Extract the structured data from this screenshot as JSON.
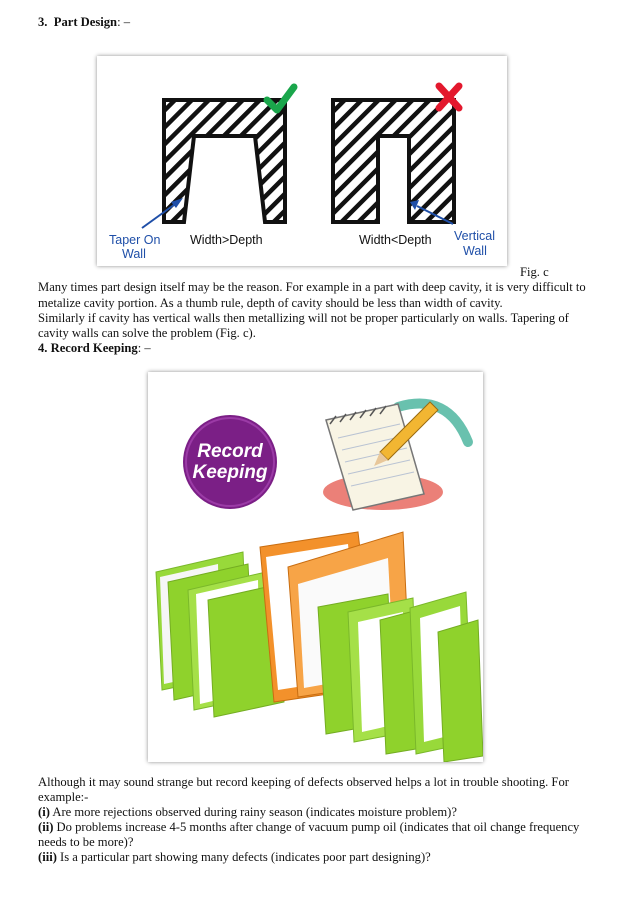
{
  "section3": {
    "number": "3.",
    "title": "Part Design",
    "suffix": ": –"
  },
  "figure_c": {
    "left_label_1": "Taper On",
    "left_label_2": "Wall",
    "left_caption": "Width>Depth",
    "right_caption": "Width<Depth",
    "right_label_1": "Vertical",
    "right_label_2": "Wall",
    "caption": "Fig. c",
    "colors": {
      "label_blue": "#1f4fa8",
      "check_green": "#1aa64b",
      "cross_red": "#e3182d"
    },
    "icons": [
      "check-icon",
      "cross-icon"
    ]
  },
  "para1": {
    "lines": [
      "Many times part design itself may be the reason. For example in a part with deep cavity, it is very difficult to",
      "metalize cavity portion. As a thumb rule, depth of cavity should be less than width of cavity.",
      "Similarly if cavity has vertical walls then metallizing will not be proper particularly on walls. Tapering of",
      "cavity walls can solve the problem (Fig. c)."
    ]
  },
  "section4": {
    "number": "4.",
    "title": "Record Keeping",
    "suffix": ": –"
  },
  "figure_rk": {
    "badge_line1": "Record",
    "badge_line2": "Keeping",
    "colors": {
      "badge_purple": "#7b1f86",
      "folder_green": "#8fd22c",
      "folder_orange": "#f3912b"
    }
  },
  "para2": {
    "lines": [
      "Although it may sound strange but record keeping of defects observed helps a lot in trouble shooting. For",
      "example:-"
    ],
    "items": [
      {
        "marker": "(i)",
        "text": " Are more rejections observed during rainy season (indicates moisture problem)?"
      },
      {
        "marker": "(ii)",
        "text": " Do problems increase 4-5 months after change of vacuum pump oil (indicates that oil change frequency"
      },
      {
        "marker": "",
        "text": "needs to be more)?"
      },
      {
        "marker": "(iii)",
        "text": " Is a particular part showing many defects (indicates poor part designing)?"
      }
    ]
  }
}
